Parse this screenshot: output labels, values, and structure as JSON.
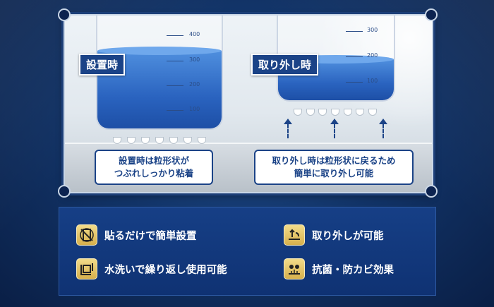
{
  "scene": {
    "left_label": "設置時",
    "right_label": "取り外し時",
    "left_cup_ticks": [
      "400",
      "300",
      "200",
      "100"
    ],
    "right_cup_ticks": [
      "300",
      "200",
      "100"
    ],
    "left_callout": {
      "line1": "設置時は粒形状が",
      "line2": "つぶれしっかり粘着"
    },
    "right_callout": {
      "line1": "取り外し時は粒形状に戻るため",
      "line2": "簡単に取り外し可能"
    }
  },
  "features": [
    {
      "label": "貼るだけで簡単設置",
      "icon": "no-tools-icon"
    },
    {
      "label": "取り外しが可能",
      "icon": "peel-off-icon"
    },
    {
      "label": "水洗いで繰り返し使用可能",
      "icon": "rinse-reuse-icon"
    },
    {
      "label": "抗菌・防カビ効果",
      "icon": "antibacterial-icon"
    }
  ],
  "colors": {
    "navy": "#1b4387",
    "water": "#2a63bf",
    "icon_gold": "#d7b04c"
  }
}
